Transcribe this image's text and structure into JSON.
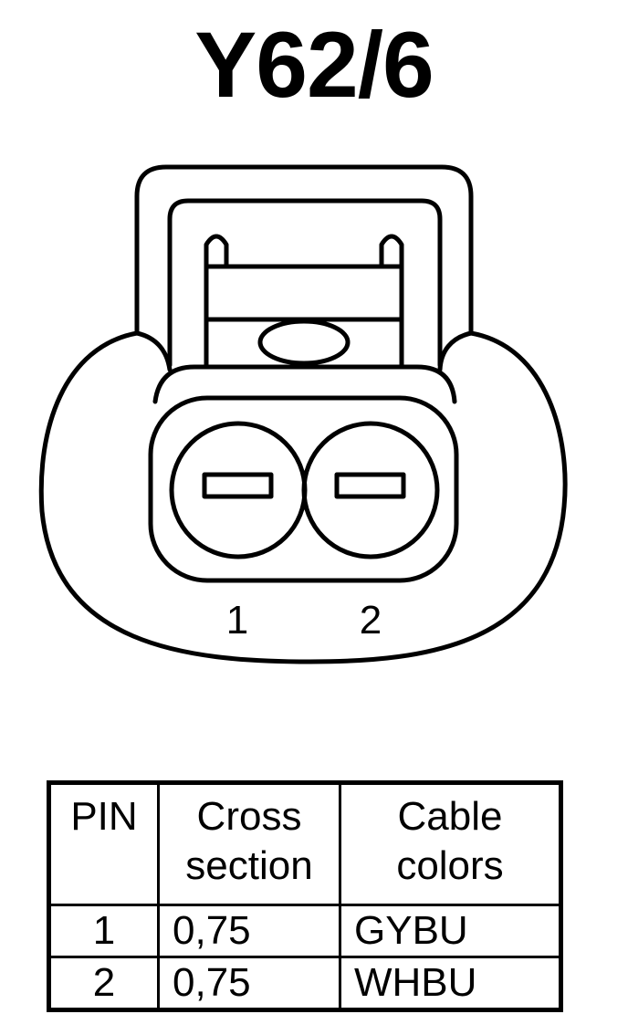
{
  "title": "Y62/6",
  "connector": {
    "pin_labels": [
      "1",
      "2"
    ]
  },
  "table": {
    "headers": {
      "pin": "PIN",
      "cross_line1": "Cross",
      "cross_line2": "section",
      "colors_line1": "Cable",
      "colors_line2": "colors"
    },
    "rows": [
      {
        "pin": "1",
        "cross_section": "0,75",
        "color": "GYBU"
      },
      {
        "pin": "2",
        "cross_section": "0,75",
        "color": "WHBU"
      }
    ]
  }
}
